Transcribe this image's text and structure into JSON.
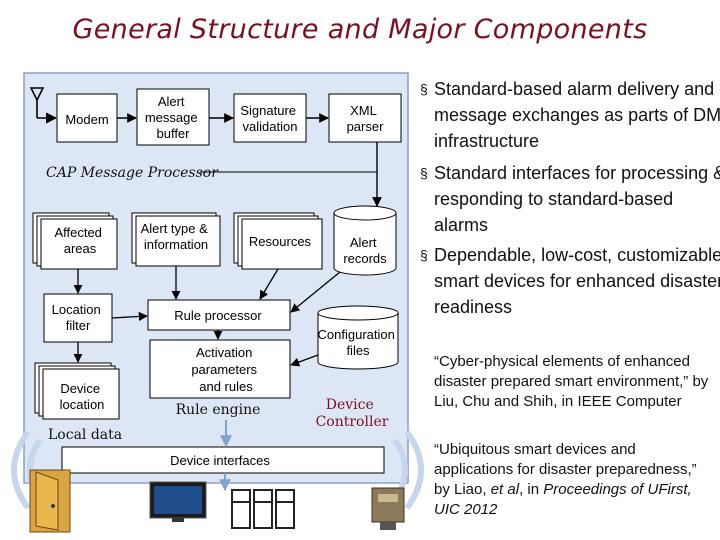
{
  "title": "General Structure and Major Components",
  "diagram": {
    "modem": "Modem",
    "alert_buffer": [
      "Alert",
      "message",
      "buffer"
    ],
    "signature": [
      "Signature",
      "validation"
    ],
    "xml_parser": [
      "XML",
      "parser"
    ],
    "cap_processor": "CAP Message Processor",
    "affected_areas": [
      "Affected",
      "areas"
    ],
    "alert_type": [
      "Alert type &",
      "information"
    ],
    "resources": "Resources",
    "alert_records": [
      "Alert",
      "records"
    ],
    "location_filter": [
      "Location",
      "filter"
    ],
    "rule_processor": "Rule processor",
    "activation": [
      "Activation",
      "parameters",
      "and rules"
    ],
    "rule_engine": "Rule engine",
    "config_files": [
      "Configuration",
      "files"
    ],
    "device_location": [
      "Device",
      "location"
    ],
    "device_controller": [
      "Device",
      "Controller"
    ],
    "local_data": "Local data",
    "device_interfaces": "Device interfaces"
  },
  "bullets": [
    {
      "marker": "§",
      "text": "Standard-based alarm delivery and message exchanges as parts of DM infrastructure"
    },
    {
      "marker": "§",
      "text": "Standard interfaces for processing & responding to standard-based alarms"
    },
    {
      "marker": "§",
      "text": "Dependable, low-cost, customizable smart devices for enhanced disaster readiness"
    }
  ],
  "references": [
    {
      "quote": "“Cyber-physical elements of enhanced disaster prepared smart environment,” by Liu, Chu and Shih, in ",
      "venue": "IEEE Computer"
    },
    {
      "quote": "“Ubiquitous smart devices and applications for disaster preparedness,” by Liao, ",
      "etal": "et al",
      "mid": ", in ",
      "venue": "Proceedings of UFirst, UIC 2012"
    }
  ],
  "colors": {
    "title": "#7a1020",
    "panel": "#dde6f4",
    "panel_border": "#8a9fc6",
    "arrow": "#000000",
    "accent_arrow": "#7fa2cc",
    "label_italic": "#7a1020"
  }
}
